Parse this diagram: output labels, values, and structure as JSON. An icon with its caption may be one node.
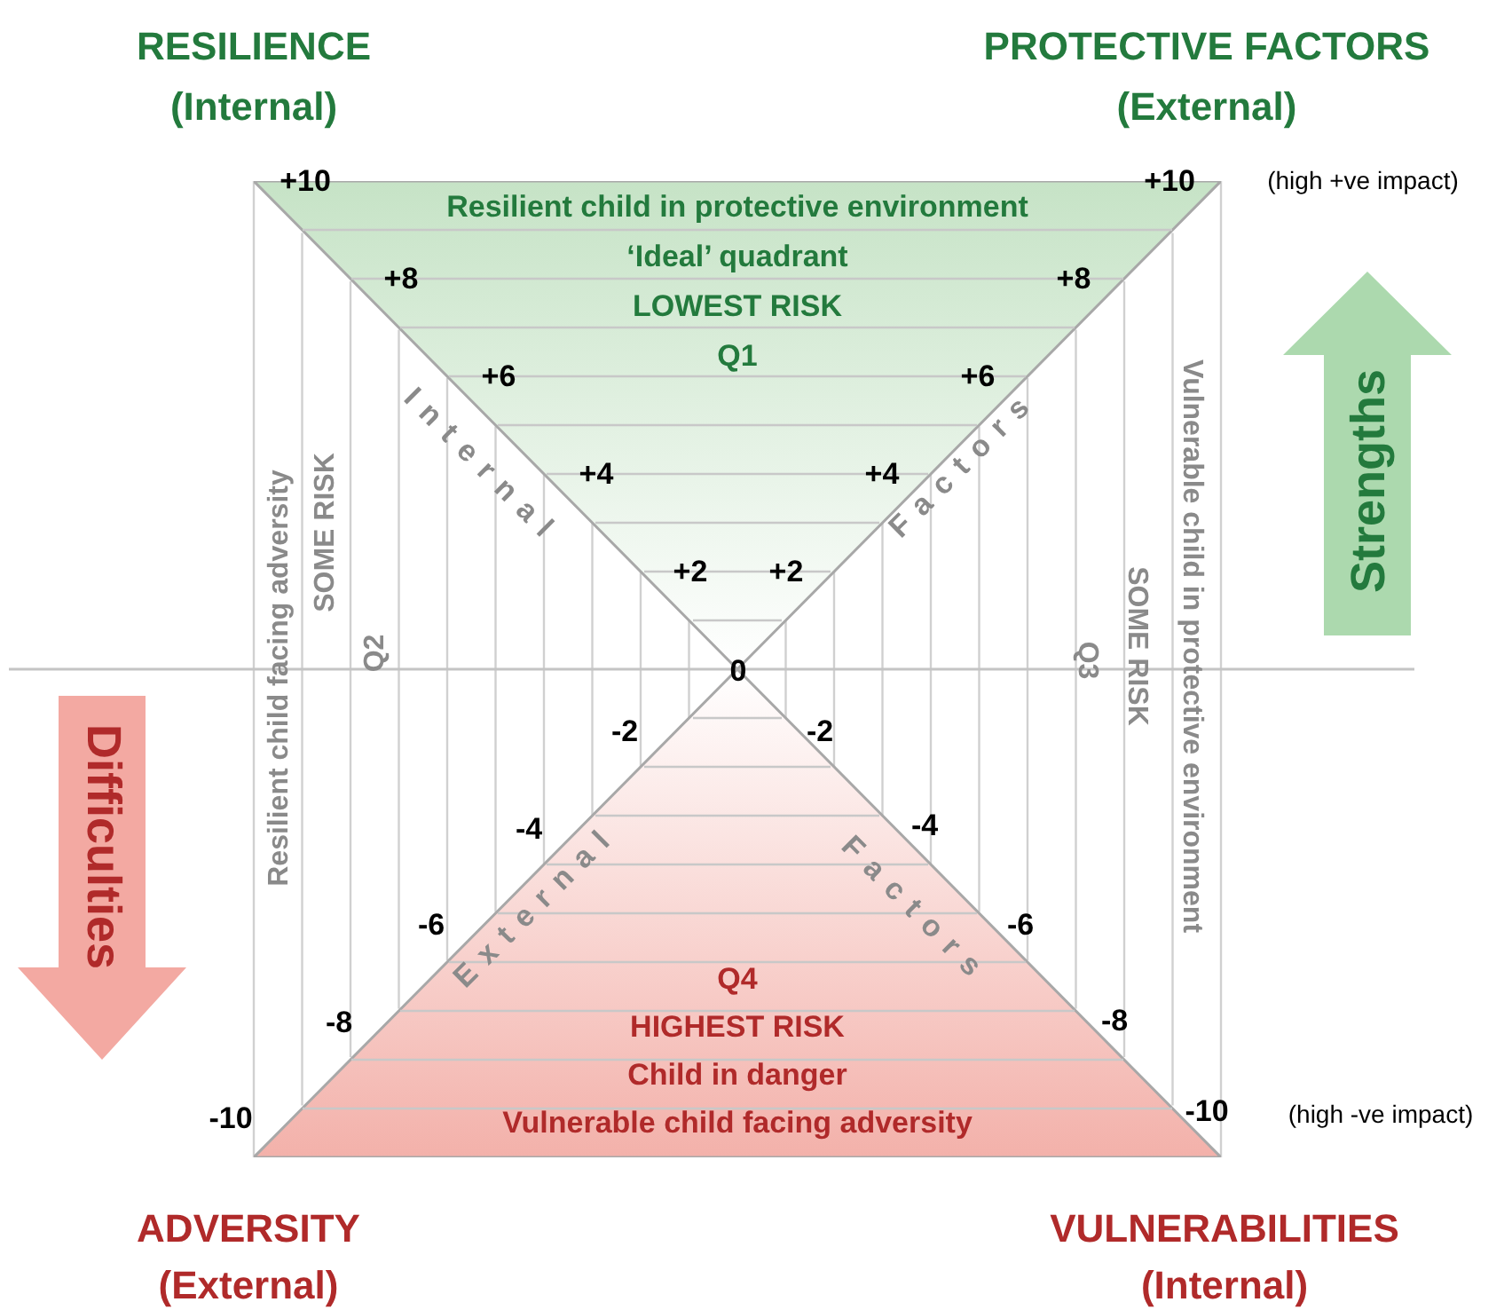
{
  "diagram": {
    "nodes": [
      {
        "text": [
          "Resilient child in protective environment",
          "‘Ideal’ quadrant",
          "LOWEST RISK",
          "Q1"
        ]
      },
      {
        "text": [
          "Q4",
          "HIGHEST RISK",
          "Child in danger",
          "Vulnerable child facing adversity"
        ]
      },
      {
        "text": [
          "Strengths"
        ]
      },
      {
        "text": [
          "Difficulties"
        ]
      }
    ],
    "labels": [
      "RESILIENCE",
      "PROTECTIVE FACTORS",
      "(Internal)",
      "(External)",
      "+10",
      "+10",
      "(high +ve impact)",
      "+8",
      "+8",
      "+6",
      "+6",
      "+4",
      "+4",
      "+2",
      "+2",
      "Internal",
      "Factors",
      "Resilient child facing adversity",
      "SOME RISK",
      "Q2",
      "Q3",
      "SOME RISK",
      "Vulnerable child in protective environment",
      "0",
      "-2",
      "-2",
      "-4",
      "-4",
      "-6",
      "-6",
      "-8",
      "-8",
      "-10",
      "-10",
      "(high -ve impact)",
      "External",
      "Factors",
      "ADVERSITY",
      "VULNERABILITIES",
      "(External)",
      "(Internal)"
    ]
  }
}
